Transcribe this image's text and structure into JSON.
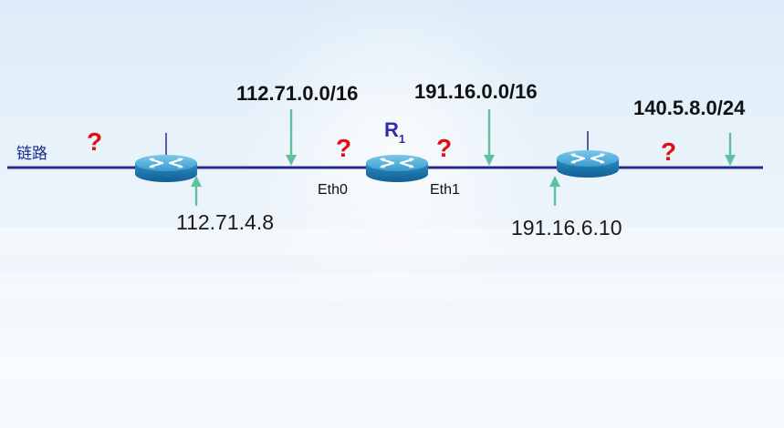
{
  "link_label": "链路",
  "router_name": "R",
  "router_subscript": "1",
  "question_mark": "?",
  "networks": {
    "net_left": "112.71.0.0/16",
    "net_middle": "191.16.0.0/16",
    "net_right": "140.5.8.0/24"
  },
  "addresses": {
    "left_router": "112.71.4.8",
    "right_router": "191.16.6.10"
  },
  "interfaces": {
    "eth0": "Eth0",
    "eth1": "Eth1"
  },
  "colors": {
    "link_line": "#2a2a86",
    "arrow": "#5fc0a0",
    "router_top": "#48aad6",
    "router_body": "#1d79b0",
    "question": "#e01010",
    "router_label": "#2d2fa6"
  },
  "icons": [
    "router-icon",
    "up-arrow-icon",
    "down-arrow-icon"
  ]
}
